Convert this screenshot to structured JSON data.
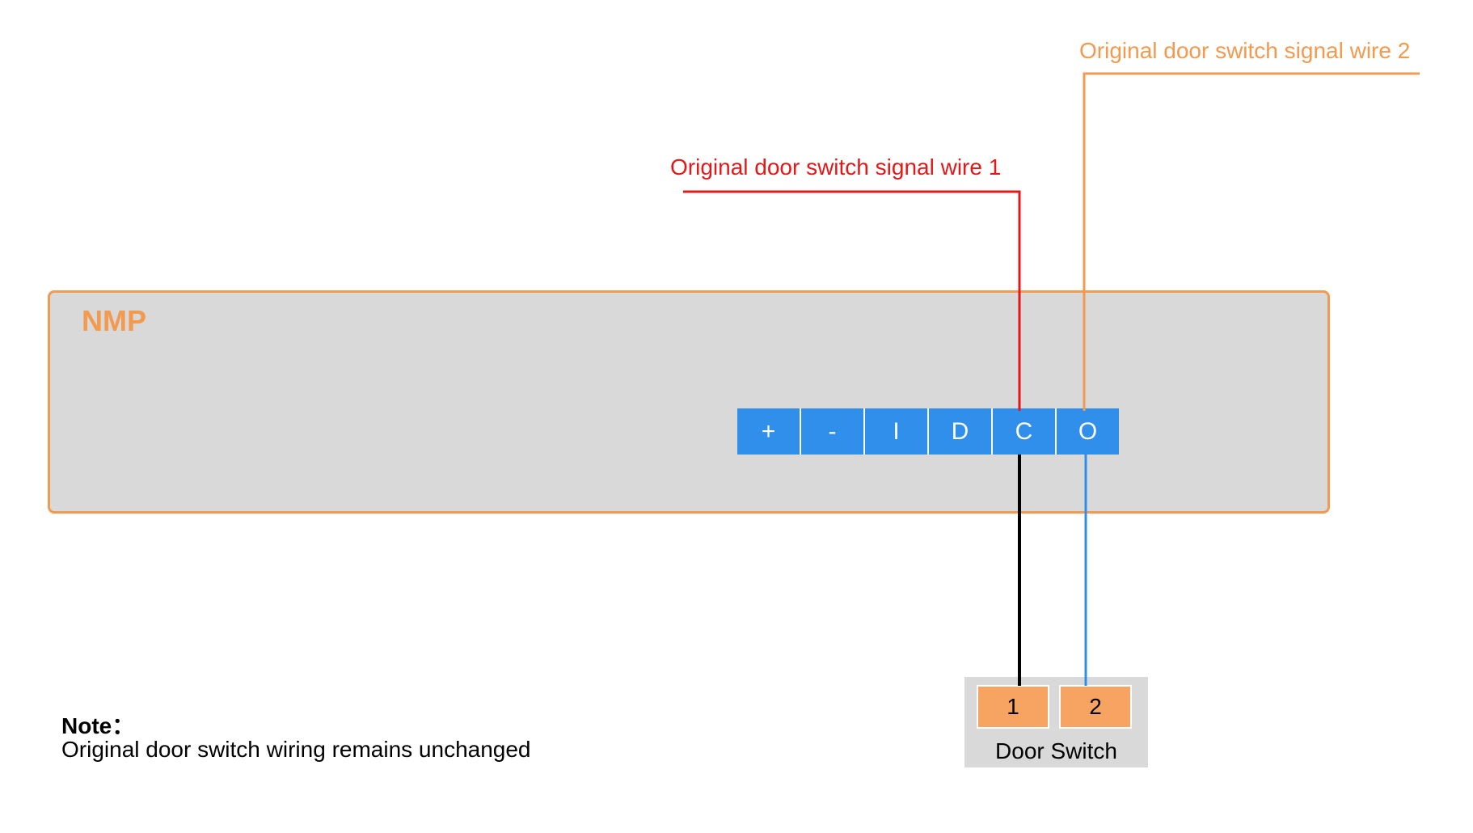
{
  "device": {
    "title": "NMP",
    "terminals": [
      "+",
      "-",
      "I",
      "D",
      "C",
      "O"
    ]
  },
  "wires": [
    {
      "label": "Original door switch signal wire 1",
      "color": "#e41818"
    },
    {
      "label": "Original door switch signal wire 2",
      "color": "#f29a4f"
    }
  ],
  "door_switch": {
    "pins": [
      "1",
      "2"
    ],
    "label": "Door Switch"
  },
  "note": {
    "title": "Note：",
    "text": "Original door switch wiring remains unchanged"
  },
  "colors": {
    "nmp_border": "#f29a4f",
    "nmp_fill": "#d9d9d9",
    "terminal_fill": "#2f8fea",
    "switch_pin_fill": "#f7a462",
    "wire_c_lower": "#000000",
    "wire_o_lower": "#2f8fea"
  }
}
